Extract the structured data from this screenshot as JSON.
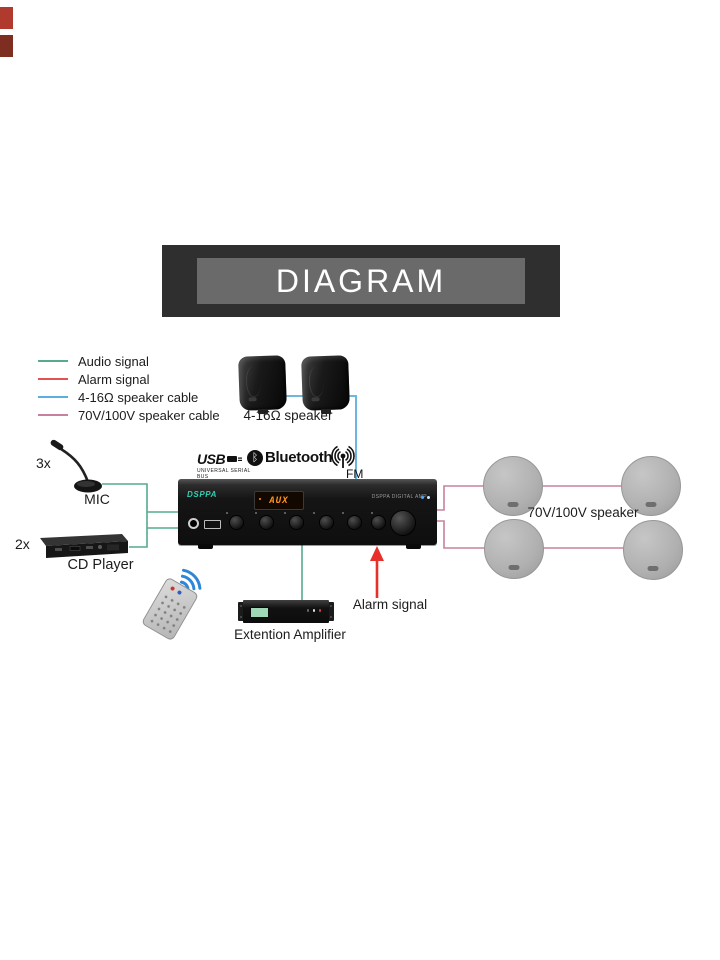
{
  "banner": {
    "title": "DIAGRAM"
  },
  "legend": {
    "items": [
      {
        "label": "Audio signal",
        "color": "#55ab8b"
      },
      {
        "label": "Alarm signal",
        "color": "#e25252"
      },
      {
        "label": "4-16Ω speaker cable",
        "color": "#5aafdc"
      },
      {
        "label": "70V/100V speaker cable",
        "color": "#c8809f"
      }
    ]
  },
  "colors": {
    "audio": "#55ab8b",
    "alarm": "#e8302a",
    "speaker_low": "#5aafdc",
    "speaker_high": "#c8809f",
    "thumb1": "#b03a2e",
    "thumb2": "#7e2d21"
  },
  "wall_speakers": {
    "label": "4-16Ω speaker"
  },
  "ceiling_speakers": {
    "label": "70V/100V speaker"
  },
  "mic": {
    "count": "3x",
    "label": "MIC"
  },
  "cd_player": {
    "count": "2x",
    "label": "CD Player"
  },
  "extension_amplifier": {
    "label": "Extention Amplifier"
  },
  "alarm": {
    "label": "Alarm signal"
  },
  "amplifier": {
    "brand": "DSPPA",
    "display": "AUX",
    "panel_text": "DSPPA DIGITAL AMP"
  },
  "logos": {
    "usb": {
      "text": "USB",
      "subtext": "UNIVERSAL SERIAL BUS"
    },
    "bluetooth": {
      "text": "Bluetooth",
      "symbol": "ᛒ"
    },
    "fm": {
      "text": "FM"
    }
  }
}
